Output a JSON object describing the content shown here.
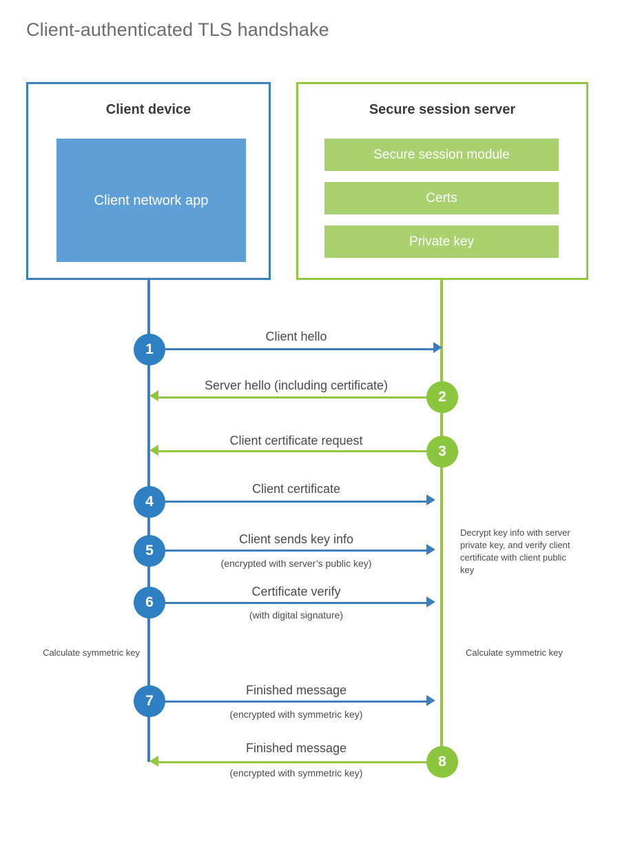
{
  "page": {
    "title": "Client-authenticated TLS handshake",
    "colors": {
      "client_blue": "#3d7ebe",
      "client_circle_blue": "#2f80c2",
      "client_app_fill": "#5f9fd8",
      "server_green": "#93c83e",
      "server_circle_green": "#8cc63e",
      "server_bar_fill": "#a9d170",
      "text_dark": "#3b3b3b",
      "text_body": "#4a4a4a",
      "title_gray": "#6d6d6d"
    }
  },
  "participants": {
    "client": {
      "title": "Client device",
      "app_label": "Client network app"
    },
    "server": {
      "title": "Secure session server",
      "components": [
        "Secure session module",
        "Certs",
        "Private key"
      ]
    }
  },
  "messages": [
    {
      "number": "1",
      "label": "Client hello",
      "sublabel": "",
      "direction": "client-to-server",
      "side": "client"
    },
    {
      "number": "2",
      "label": "Server hello (including certificate)",
      "sublabel": "",
      "direction": "server-to-client",
      "side": "server"
    },
    {
      "number": "3",
      "label": "Client certificate request",
      "sublabel": "",
      "direction": "server-to-client",
      "side": "server"
    },
    {
      "number": "4",
      "label": "Client certificate",
      "sublabel": "",
      "direction": "client-to-server",
      "side": "client"
    },
    {
      "number": "5",
      "label": "Client sends key info",
      "sublabel": "(encrypted with server’s public key)",
      "direction": "client-to-server",
      "side": "client"
    },
    {
      "number": "6",
      "label": "Certificate verify",
      "sublabel": "(with digital signature)",
      "direction": "client-to-server",
      "side": "client"
    },
    {
      "number": "7",
      "label": "Finished message",
      "sublabel": "(encrypted with symmetric key)",
      "direction": "client-to-server",
      "side": "client"
    },
    {
      "number": "8",
      "label": "Finished message",
      "sublabel": "(encrypted with symmetric key)",
      "direction": "server-to-client",
      "side": "server"
    }
  ],
  "notes": {
    "server_decrypt": "Decrypt key info with server private key, and verify client certificate with client public key",
    "client_symmetric": "Calculate symmetric key",
    "server_symmetric": "Calculate symmetric key"
  }
}
